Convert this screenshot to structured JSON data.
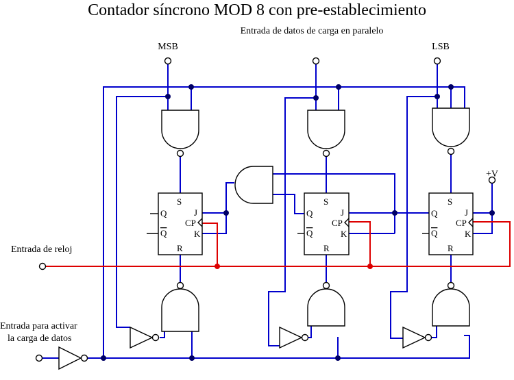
{
  "title": "Contador síncrono MOD 8 con pre-establecimiento",
  "labels": {
    "parallel_load": "Entrada de datos de carga en paralelo",
    "msb": "MSB",
    "lsb": "LSB",
    "clock_input": "Entrada de reloj",
    "load_enable_line1": "Entrada para activar",
    "load_enable_line2": "la carga de datos",
    "vcc": "+V"
  },
  "flipflop_pins": {
    "q": "Q",
    "qbar": "Q",
    "s": "S",
    "r": "R",
    "j": "J",
    "k": "K",
    "cp": "CP"
  },
  "colors": {
    "wire": "#0000cc",
    "clock": "#dd0000",
    "junction": "#000066"
  }
}
